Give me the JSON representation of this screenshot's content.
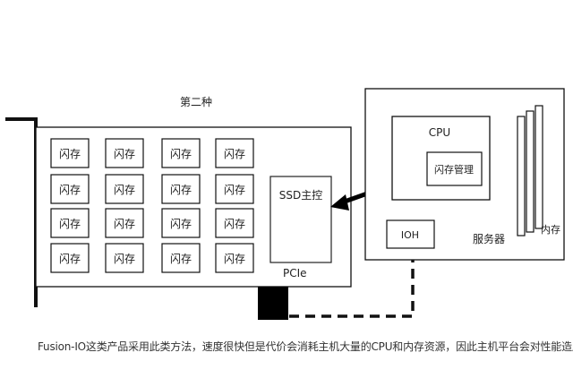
{
  "diagram": {
    "title": "第二种",
    "card": {
      "flash_label": "闪存",
      "controller_label": "SSD主控",
      "bus_label": "PCIe"
    },
    "server": {
      "label": "服务器",
      "cpu_label": "CPU",
      "flash_manager_label": "闪存管理",
      "ioh_label": "IOH",
      "memory_label": "内存"
    }
  },
  "caption": "Fusion-IO这类产品采用此类方法，速度很快但是代价会消耗主机大量的CPU和内存资源，因此主机平台会对性能造成一定的影响"
}
